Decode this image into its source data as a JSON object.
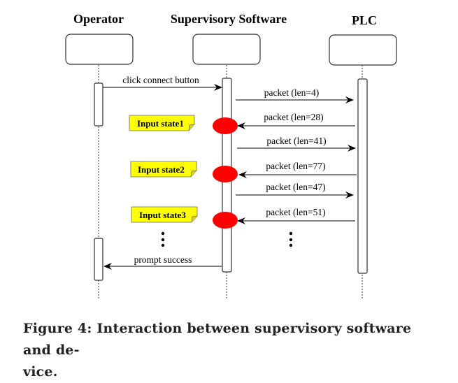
{
  "actors": [
    {
      "id": "operator",
      "label": "Operator"
    },
    {
      "id": "supervisory",
      "label": "Supervisory Software"
    },
    {
      "id": "plc",
      "label": "PLC"
    }
  ],
  "messages": [
    {
      "from": "operator",
      "to": "supervisory",
      "label": "click connect button"
    },
    {
      "from": "supervisory",
      "to": "plc",
      "label": "packet (len=4)"
    },
    {
      "from": "plc",
      "to": "supervisory",
      "label": "packet (len=28)"
    },
    {
      "from": "supervisory",
      "to": "plc",
      "label": "packet (len=41)"
    },
    {
      "from": "plc",
      "to": "supervisory",
      "label": "packet (len=77)"
    },
    {
      "from": "supervisory",
      "to": "plc",
      "label": "packet (len=47)"
    },
    {
      "from": "plc",
      "to": "supervisory",
      "label": "packet (len=51)"
    },
    {
      "from": "supervisory",
      "to": "operator",
      "label": "prompt success"
    }
  ],
  "notes": [
    {
      "label": "Input state1"
    },
    {
      "label": "Input state2"
    },
    {
      "label": "Input state3"
    }
  ],
  "colors": {
    "note_fill": "#ffff00",
    "marker_fill": "#ff0000",
    "line": "#000000"
  },
  "caption": {
    "line1": "Figure 4: Interaction between supervisory software and de-",
    "line2": "vice."
  }
}
